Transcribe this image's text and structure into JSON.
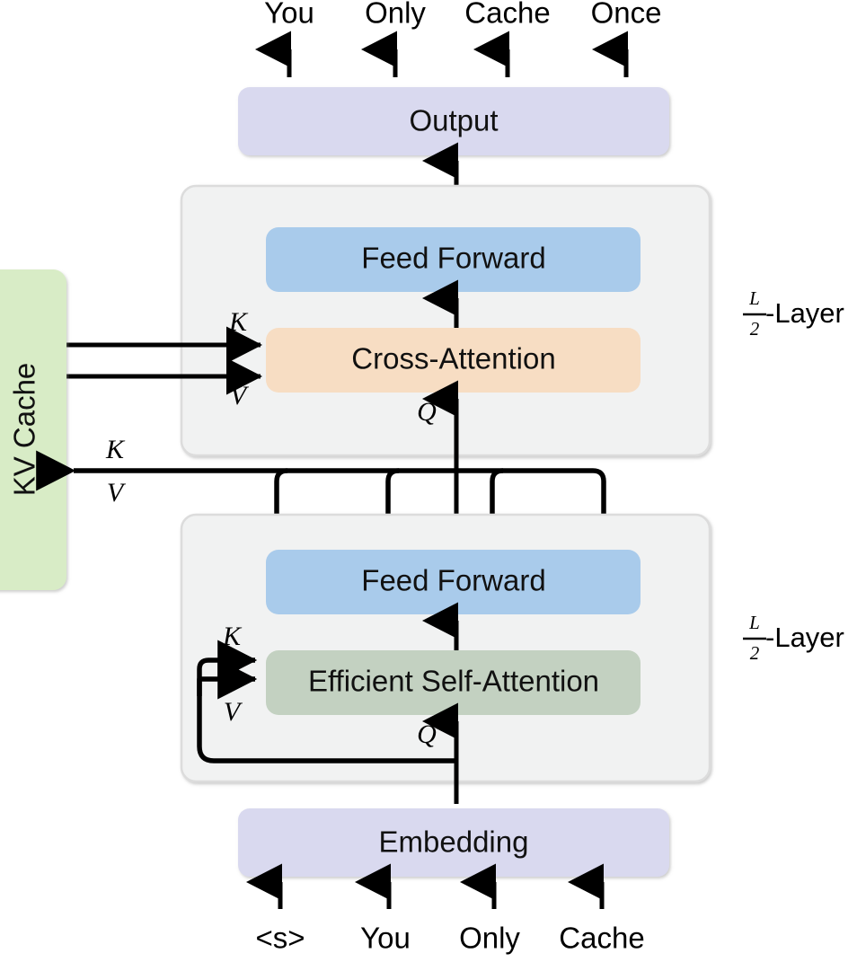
{
  "figure": {
    "title": "YOCO (You Only Cache Once) decoder-decoder architecture diagram",
    "background_color": "#ffffff"
  },
  "colors": {
    "output_block": "#d9d9ef",
    "embedding_block": "#d9d9ef",
    "feed_forward_block": "#a9cbeb",
    "cross_attention_block": "#f7ddc3",
    "self_attention_block": "#c3d1c1",
    "kv_cache_block": "#d8ecc6",
    "layer_panel": "#f1f2f2",
    "panel_border": "#dcdcdc",
    "wire": "#000000",
    "text": "#000000"
  },
  "output_tokens": [
    "You",
    "Only",
    "Cache",
    "Once"
  ],
  "input_tokens": [
    "<s>",
    "You",
    "Only",
    "Cache"
  ],
  "blocks": {
    "output": "Output",
    "embedding": "Embedding",
    "feed_forward_upper": "Feed Forward",
    "feed_forward_lower": "Feed Forward",
    "cross_attention": "Cross-Attention",
    "self_attention": "Efficient Self-Attention",
    "kv_cache": "KV Cache"
  },
  "signal_labels": {
    "cross_attn_k": "K",
    "cross_attn_v": "V",
    "cross_attn_q": "Q",
    "cache_write_k": "K",
    "cache_write_v": "V",
    "self_attn_k": "K",
    "self_attn_v": "V",
    "self_attn_q": "Q"
  },
  "layer_labels": [
    {
      "numerator": "L",
      "denominator": "2",
      "suffix": "-Layer"
    },
    {
      "numerator": "L",
      "denominator": "2",
      "suffix": "-Layer"
    }
  ]
}
